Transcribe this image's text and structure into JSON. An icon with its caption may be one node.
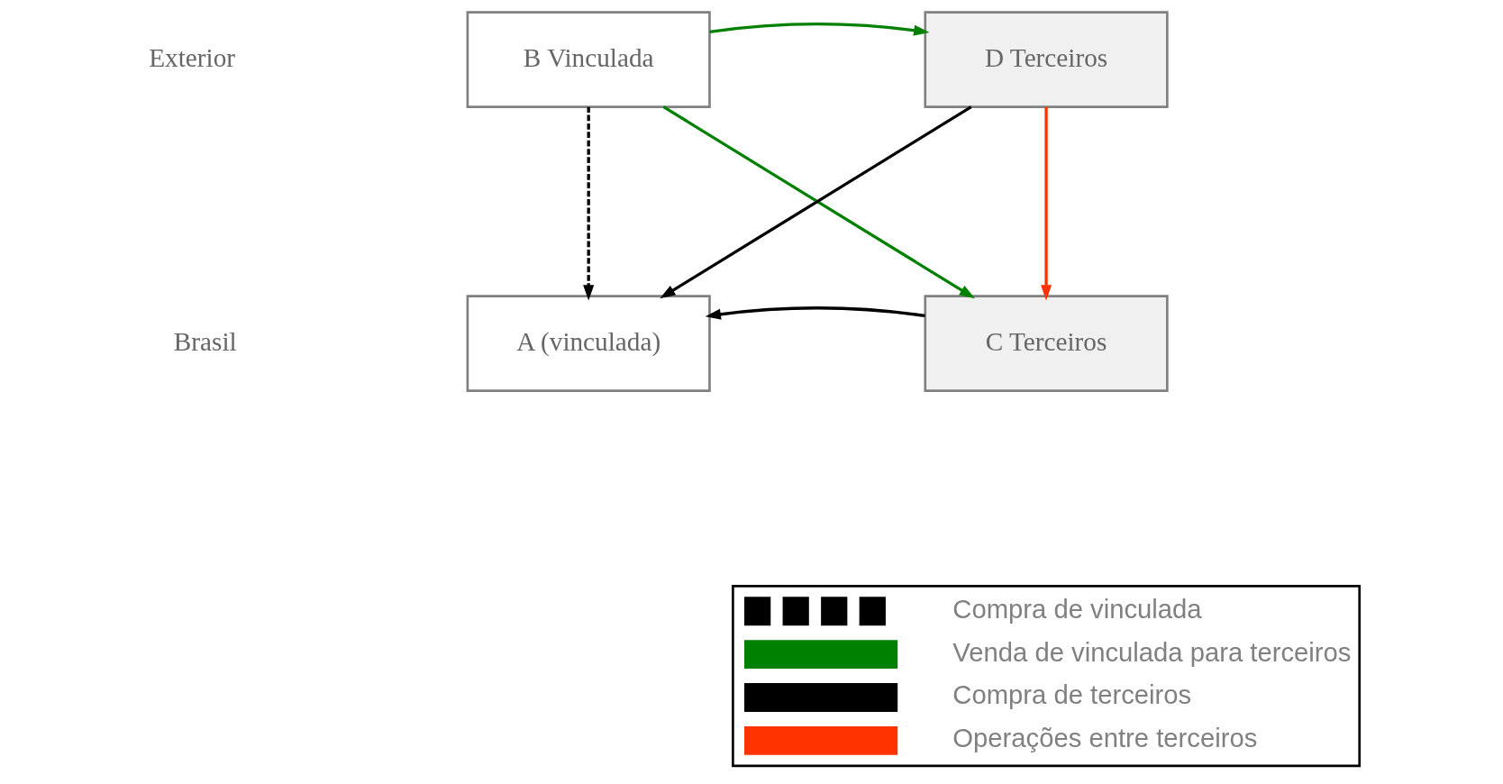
{
  "diagram": {
    "nodes": [
      {
        "text": [
          "B Vinculada"
        ]
      },
      {
        "text": [
          "D Terceiros"
        ]
      },
      {
        "text": [
          "A (vinculada)"
        ]
      },
      {
        "text": [
          "C Terceiros"
        ]
      }
    ],
    "edges": [
      {
        "from": 0,
        "to": 1,
        "arrow": "to",
        "color": "#008000"
      },
      {
        "from": 0,
        "to": 3,
        "arrow": "to",
        "color": "#008000"
      },
      {
        "from": 1,
        "to": 2,
        "arrow": "to"
      },
      {
        "from": 1,
        "to": 3,
        "arrow": "to",
        "color": "#ff3300"
      },
      {
        "from": 3,
        "to": 2,
        "arrow": "to"
      },
      {
        "from": 0,
        "to": 2,
        "arrow": "to",
        "style": "dashed"
      }
    ],
    "labels": [
      "Exterior",
      "Brasil"
    ],
    "legend": [
      {
        "text": "Compra de vinculada"
      },
      {
        "text": "Venda de vinculada para terceiros"
      },
      {
        "text": "Compra de terceiros"
      },
      {
        "text": "Operações entre terceiros"
      }
    ]
  }
}
